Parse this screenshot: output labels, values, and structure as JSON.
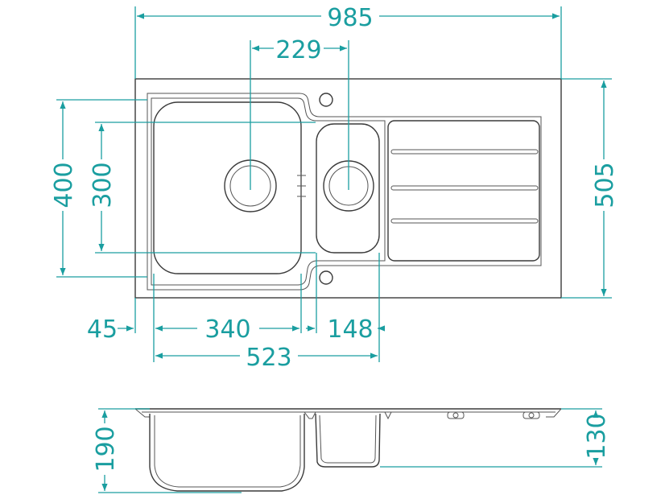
{
  "colors": {
    "dimension": "#1a9ea0",
    "outline": "#3a3a3a",
    "background": "#ffffff"
  },
  "top_view": {
    "dims": {
      "overall_width": "985",
      "bowl_center_distance": "229",
      "overall_depth": "505",
      "main_bowl_outer_depth": "400",
      "main_bowl_inner_depth": "300",
      "edge_offset": "45",
      "main_bowl_width": "340",
      "small_bowl_width": "148",
      "bowls_combined_width": "523"
    }
  },
  "side_view": {
    "dims": {
      "main_bowl_height": "190",
      "small_bowl_height": "130"
    }
  }
}
